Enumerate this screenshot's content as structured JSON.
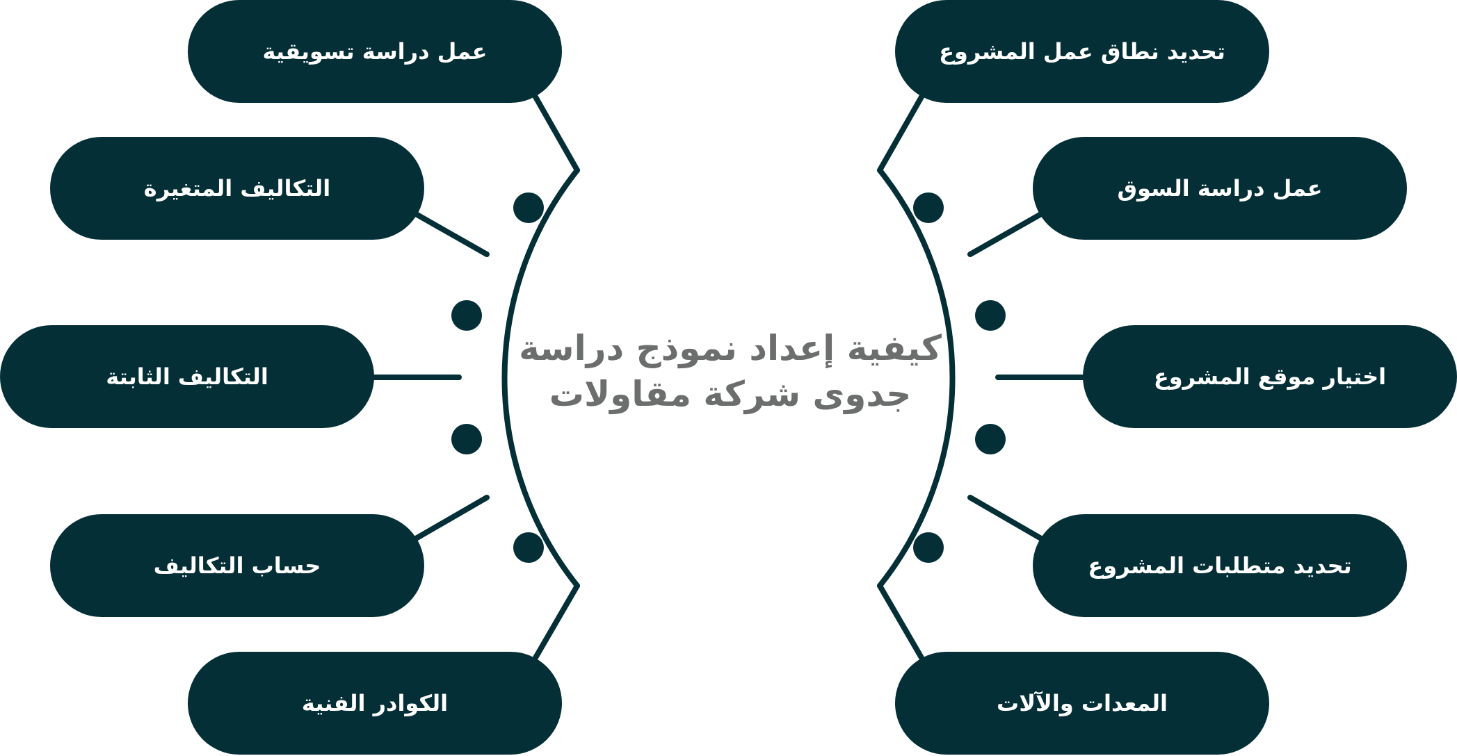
{
  "colors": {
    "pill_fill": "#042f36",
    "pill_text": "#ffffff",
    "connector": "#042f36",
    "title_text": "#6c6e6e",
    "background": "#ffffff"
  },
  "title": {
    "line1": "كيفية إعداد نموذج دراسة",
    "line2": "جدوى شركة مقاولات"
  },
  "left_items": [
    {
      "label": "عمل دراسة تسويقية"
    },
    {
      "label": "التكاليف المتغيرة"
    },
    {
      "label": "التكاليف الثابتة"
    },
    {
      "label": "حساب التكاليف"
    },
    {
      "label": "الكوادر الفنية"
    }
  ],
  "right_items": [
    {
      "label": "تحديد نطاق عمل المشروع"
    },
    {
      "label": "عمل دراسة السوق"
    },
    {
      "label": "اختيار موقع المشروع"
    },
    {
      "label": "تحديد متطلبات المشروع"
    },
    {
      "label": "المعدات والآلات"
    }
  ]
}
